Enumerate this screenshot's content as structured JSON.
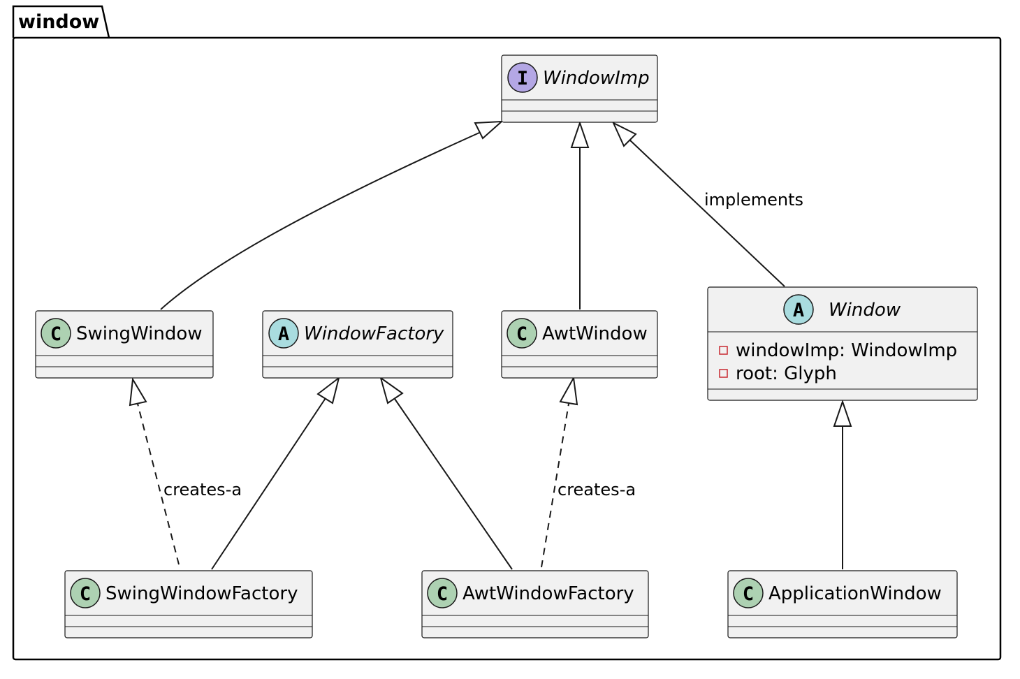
{
  "package": {
    "title": "window"
  },
  "classes": {
    "window_imp": {
      "kind": "I",
      "name": "WindowImp"
    },
    "swing_window": {
      "kind": "C",
      "name": "SwingWindow"
    },
    "window_factory": {
      "kind": "A",
      "name": "WindowFactory"
    },
    "awt_window": {
      "kind": "C",
      "name": "AwtWindow"
    },
    "window": {
      "kind": "A",
      "name": "Window",
      "fields": [
        "windowImp: WindowImp",
        "root: Glyph"
      ]
    },
    "swing_window_factory": {
      "kind": "C",
      "name": "SwingWindowFactory"
    },
    "awt_window_factory": {
      "kind": "C",
      "name": "AwtWindowFactory"
    },
    "application_window": {
      "kind": "C",
      "name": "ApplicationWindow"
    }
  },
  "relations": {
    "window_implements": {
      "label": "implements"
    },
    "swing_creates": {
      "label": "creates-a"
    },
    "awt_creates": {
      "label": "creates-a"
    }
  }
}
